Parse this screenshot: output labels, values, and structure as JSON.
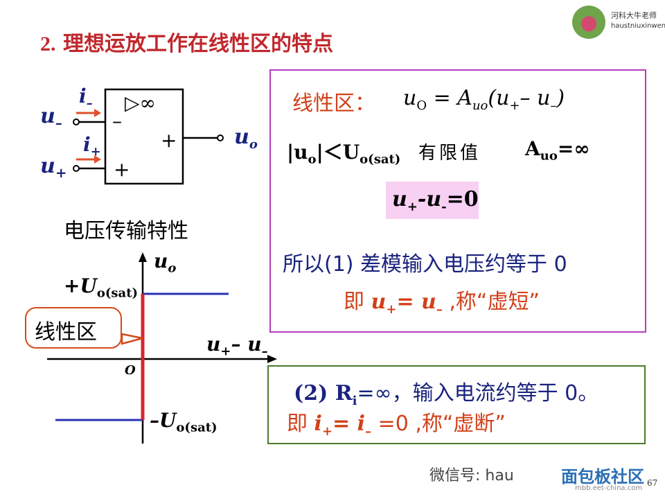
{
  "header": {
    "number": "2.",
    "title": "理想运放工作在线性区的特点"
  },
  "brand": {
    "name": "河科大牛老师",
    "handle": "haustniuxinwen"
  },
  "circuit": {
    "i_minus": "i",
    "i_minus_sub": "–",
    "i_plus": "i",
    "i_plus_sub": "+",
    "u_minus": "u",
    "u_minus_sub": "–",
    "u_plus": "u",
    "u_plus_sub": "+",
    "triangle_inf": "▷∞",
    "minus_sign": "–",
    "plus_sign1": "+",
    "plus_sign2": "+",
    "u_out": "u",
    "u_out_sub": "o"
  },
  "transfer": {
    "heading": "电压传输特性",
    "y_label": "u",
    "y_sub": "o",
    "pos_sat": "+U",
    "pos_sat_sub": "o(sat)",
    "neg_sat": "–U",
    "neg_sat_sub": "o(sat)",
    "x_label_a": "u",
    "x_label_a_sub": "+",
    "x_label_b": "– u",
    "x_label_b_sub": "–",
    "origin": "O",
    "callout": "线性区"
  },
  "linear_box": {
    "label": "线性区：",
    "formula": "u",
    "formula_sub": "O",
    "formula_eq": " = A",
    "formula_a_sub": "uo",
    "formula_paren": "(u",
    "formula_p_sub": "+",
    "formula_mid": "– u",
    "formula_m_sub": "–",
    "formula_end": ")",
    "abs_uo": "|u",
    "abs_uo_sub": "o",
    "abs_end": "|＜U",
    "sat_sub": "o(sat)",
    "finite": "有限值",
    "auo": "A",
    "auo_sub": "uo",
    "auo_val": "=∞",
    "pink_u": "u",
    "pink_p": "+",
    "pink_mid": "-u",
    "pink_m": "-",
    "pink_end": "=0",
    "so_line": "所以(1) 差模输入电压约等于 0",
    "virt_prefix": "即 ",
    "virt_u1": "u",
    "virt_u1_sub": "+",
    "virt_eq": "= u",
    "virt_u2_sub": "–",
    "virt_suffix": " ,称“虚短”"
  },
  "virtual_open": {
    "line1_a": "(2) R",
    "line1_sub": "i",
    "line1_b": "=∞，输入电流约等于 0。",
    "line2_prefix": "即 ",
    "line2_i1": "i",
    "line2_i1_sub": "+",
    "line2_eq": "= i",
    "line2_i2_sub": "–",
    "line2_suffix": " =0 ,称“虚断”"
  },
  "watermark": {
    "text": "微信号: hau",
    "brand": "面包板社区",
    "url": "mbb.eet-china.com"
  },
  "page_number": "67",
  "colors": {
    "title_red": "#c0282d",
    "navy": "#1a237e",
    "orange": "#d2401a",
    "purple_border": "#b43cbf",
    "green_border": "#4d7a2a",
    "pink_fill": "#f7d0f3",
    "blue_line": "#2730b8",
    "red_line": "#d6262b"
  }
}
